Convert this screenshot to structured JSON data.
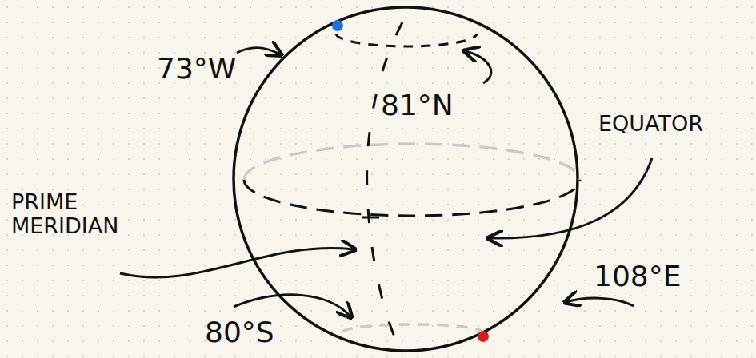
{
  "diagram": {
    "labels": [
      "73°W",
      "81°N",
      "EQUATOR",
      "PRIME MERIDIAN",
      "108°E",
      "80°S"
    ]
  }
}
